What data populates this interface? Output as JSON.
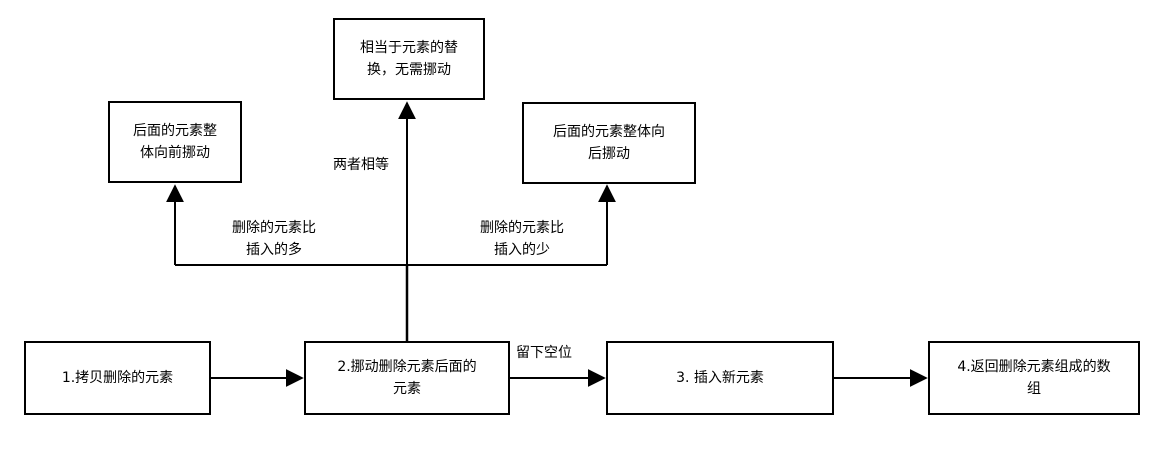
{
  "nodes": {
    "step1": "1.拷贝删除的元素",
    "step2": [
      "2.挪动删除元素后面的",
      "元素"
    ],
    "step3": "3. 插入新元素",
    "step4": [
      "4.返回删除元素组成的数",
      "组"
    ],
    "forward": [
      "后面的元素整",
      "体向前挪动"
    ],
    "replace": [
      "相当于元素的替",
      "换，无需挪动"
    ],
    "backward": [
      "后面的元素整体向",
      "后挪动"
    ]
  },
  "edges": {
    "leave_gap": "留下空位",
    "equal": "两者相等",
    "delete_more": [
      "删除的元素比",
      "插入的多"
    ],
    "delete_less": [
      "删除的元素比",
      "插入的少"
    ]
  }
}
